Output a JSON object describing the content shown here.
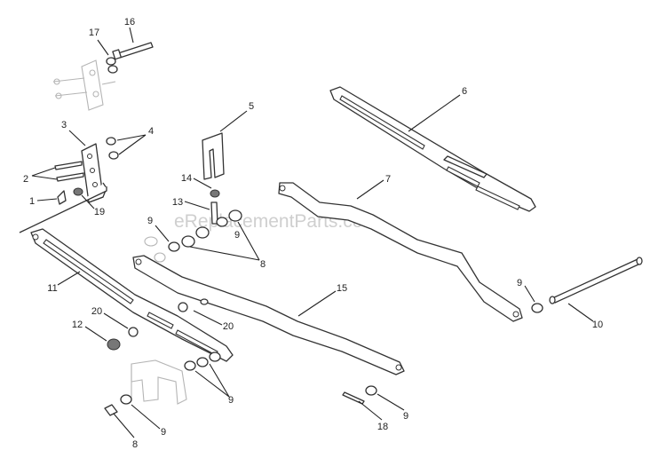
{
  "watermark": "eReplacementParts.com",
  "callouts": [
    {
      "id": "c1",
      "text": "1"
    },
    {
      "id": "c2",
      "text": "2"
    },
    {
      "id": "c3",
      "text": "3"
    },
    {
      "id": "c4",
      "text": "4"
    },
    {
      "id": "c5",
      "text": "5"
    },
    {
      "id": "c6",
      "text": "6"
    },
    {
      "id": "c7",
      "text": "7"
    },
    {
      "id": "c8a",
      "text": "8"
    },
    {
      "id": "c8b",
      "text": "8"
    },
    {
      "id": "c9a",
      "text": "9"
    },
    {
      "id": "c9b",
      "text": "9"
    },
    {
      "id": "c9c",
      "text": "9"
    },
    {
      "id": "c9d",
      "text": "9"
    },
    {
      "id": "c9e",
      "text": "9"
    },
    {
      "id": "c9f",
      "text": "9"
    },
    {
      "id": "c10",
      "text": "10"
    },
    {
      "id": "c11",
      "text": "11"
    },
    {
      "id": "c12",
      "text": "12"
    },
    {
      "id": "c13",
      "text": "13"
    },
    {
      "id": "c14",
      "text": "14"
    },
    {
      "id": "c15",
      "text": "15"
    },
    {
      "id": "c16",
      "text": "16"
    },
    {
      "id": "c17",
      "text": "17"
    },
    {
      "id": "c18",
      "text": "18"
    },
    {
      "id": "c19",
      "text": "19"
    },
    {
      "id": "c20a",
      "text": "20"
    },
    {
      "id": "c20b",
      "text": "20"
    }
  ]
}
